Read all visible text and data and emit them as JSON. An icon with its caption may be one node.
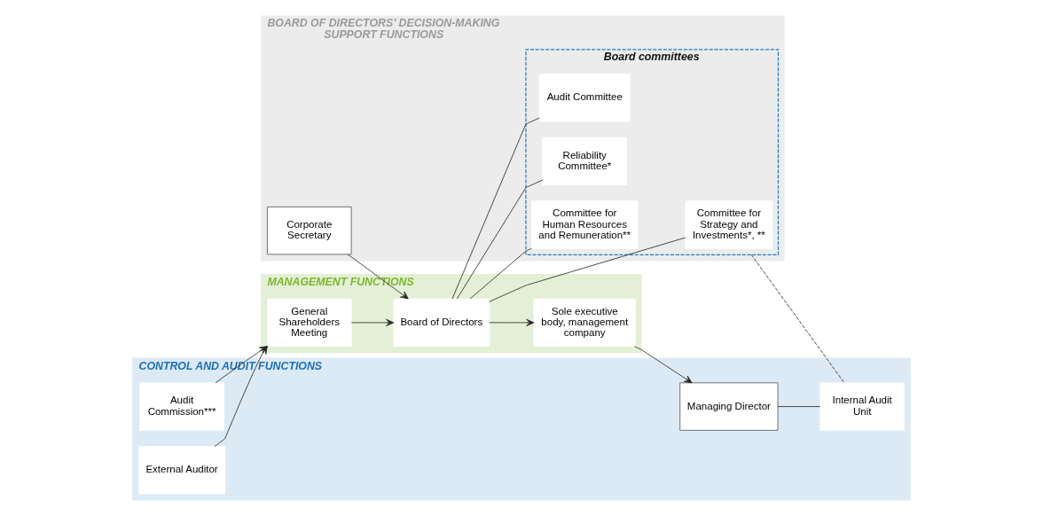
{
  "diagram": {
    "nodes": [
      {
        "text": [
          "MANAGEMENT FUNCTIONS"
        ]
      },
      {
        "text": [
          "General Shareholders Meeting"
        ],
        "in": 0
      },
      {
        "text": [
          "Board of Directors"
        ],
        "in": 0
      },
      {
        "text": [
          "Sole executive body, management company"
        ],
        "in": 0
      },
      {
        "text": [
          "BOARD OF DIRECTORS’ DECISION-MAKING SUPPORT FUNCTIONS"
        ]
      },
      {
        "text": [
          "Board committees"
        ],
        "in": 4
      },
      {
        "text": [
          "Committee for Strategy and Investments*, **"
        ],
        "in": 5
      },
      {
        "text": [
          "Audit Committee"
        ],
        "in": 5
      },
      {
        "text": [
          "Reliability Committee*"
        ],
        "in": 5
      },
      {
        "text": [
          "Committee for Human Resources and Remuneration**"
        ],
        "in": 5
      },
      {
        "text": [
          "Corporate Secretary"
        ],
        "in": 4
      },
      {
        "text": [
          "CONTROL AND AUDIT FUNCTIONS"
        ]
      },
      {
        "text": [
          "Audit Commission***"
        ],
        "in": 11
      },
      {
        "text": [
          "External Auditor"
        ],
        "in": 11
      },
      {
        "text": [
          "Managing Director"
        ],
        "in": 11
      },
      {
        "text": [
          "Internal Audit Unit"
        ],
        "in": 11
      }
    ],
    "edges": [
      {
        "from": 12,
        "to": 1,
        "arrow": "to"
      },
      {
        "from": 13,
        "to": 1,
        "arrow": "to"
      },
      {
        "from": 1,
        "to": 2,
        "arrow": "to"
      },
      {
        "from": 2,
        "to": 3,
        "arrow": "to"
      },
      {
        "from": 10,
        "to": 2,
        "arrow": "to"
      },
      {
        "from": 2,
        "to": 6,
        "arrow": "none"
      },
      {
        "from": 2,
        "to": 7,
        "arrow": "none"
      },
      {
        "from": 2,
        "to": 8,
        "arrow": "none"
      },
      {
        "from": 2,
        "to": 9,
        "arrow": "none"
      },
      {
        "from": 5,
        "to": 15,
        "arrow": "none",
        "style": "dashed"
      },
      {
        "from": 3,
        "to": 14,
        "arrow": "to"
      },
      {
        "from": 14,
        "to": 15,
        "arrow": "none"
      }
    ]
  }
}
